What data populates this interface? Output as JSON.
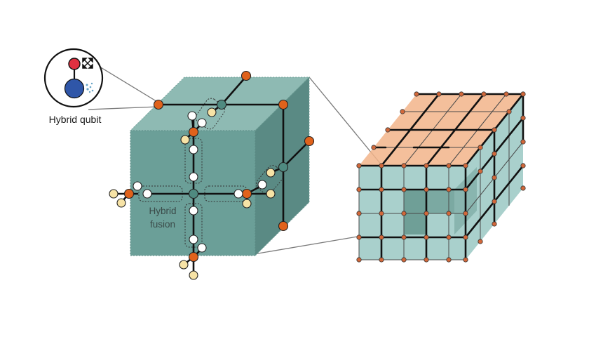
{
  "labels": {
    "hybrid_qubit": "Hybrid qubit",
    "hybrid_fusion_line1": "Hybrid",
    "hybrid_fusion_line2": "fusion"
  },
  "colors": {
    "cube_front": "#6b9f98",
    "cube_top": "#8ebab3",
    "cube_side": "#5a8a84",
    "orange_node": "#e0621b",
    "teal_node": "#4f8a80",
    "cream_node": "#f7e3a6",
    "white_node": "#ffffff",
    "red_dot": "#e03040",
    "blue_dot": "#2f56a8",
    "lattice_face": "#a9d0cc",
    "lattice_top": "#f2b48a",
    "lattice_dark": "#6f9f97"
  },
  "icons": {
    "qubit_move": "four-arrows-icon",
    "photon_spray": "dots-icon"
  }
}
